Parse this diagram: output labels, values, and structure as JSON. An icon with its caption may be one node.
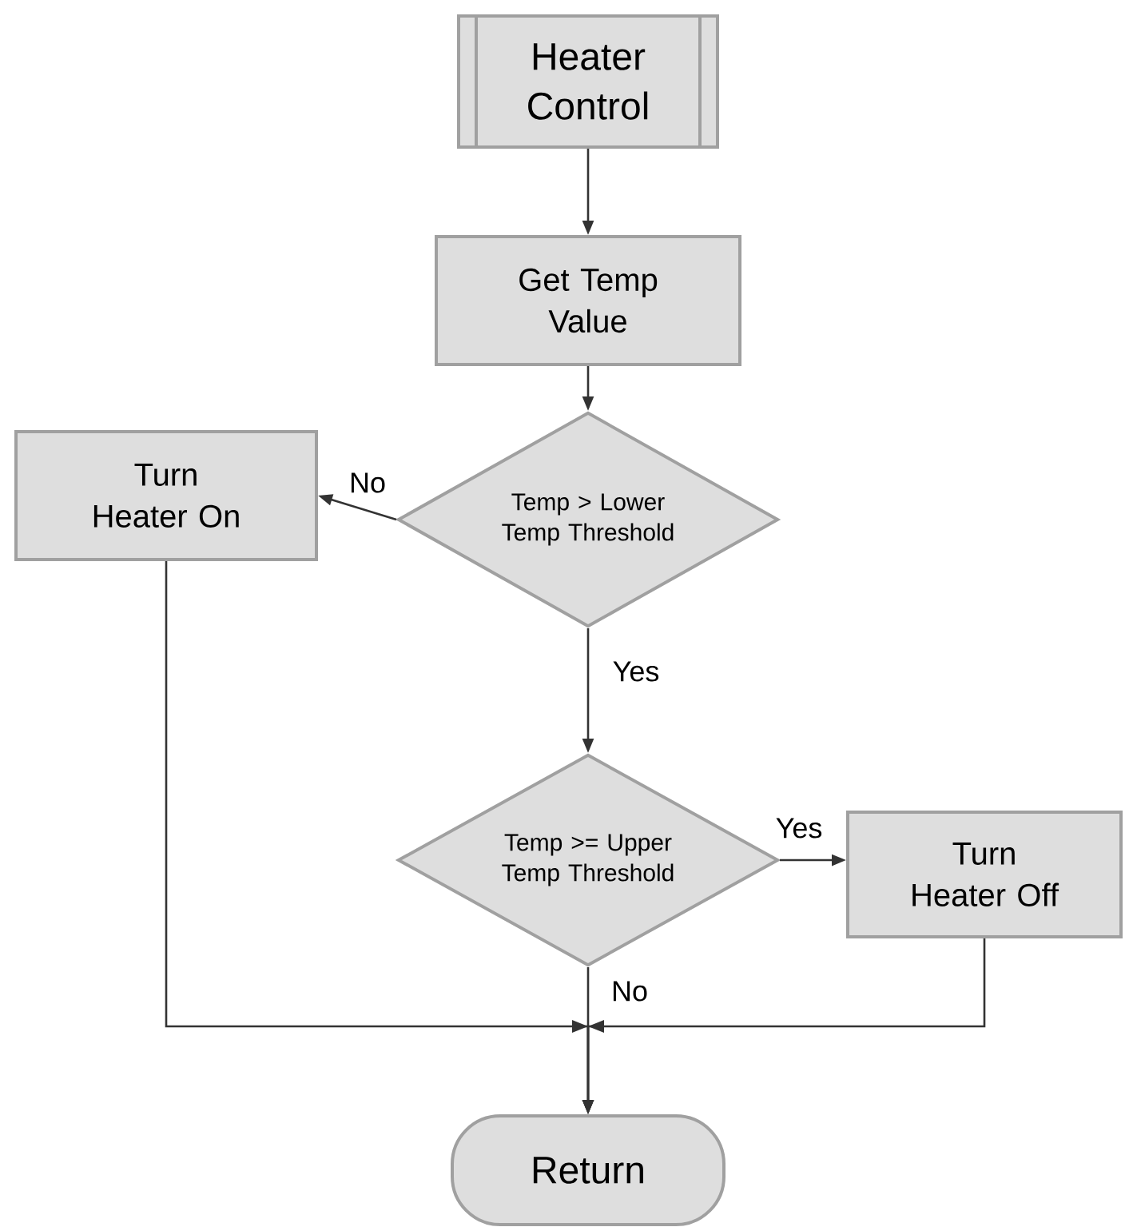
{
  "diagram": {
    "nodes": [
      {
        "text": [
          "Heater Control"
        ]
      },
      {
        "text": [
          "Get Temp Value"
        ]
      },
      {
        "text": [
          "Temp > Lower Temp Threshold"
        ]
      },
      {
        "text": [
          "Turn Heater On"
        ]
      },
      {
        "text": [
          "Temp >= Upper Temp Threshold"
        ]
      },
      {
        "text": [
          "Turn Heater Off"
        ]
      },
      {
        "text": [
          "Return"
        ]
      }
    ],
    "edges": [
      {
        "from": 0,
        "to": 1,
        "arrow": "to"
      },
      {
        "from": 1,
        "to": 2,
        "arrow": "to"
      },
      {
        "from": 2,
        "to": 3,
        "arrow": "to",
        "label": "No"
      },
      {
        "from": 2,
        "to": 4,
        "arrow": "to",
        "label": "Yes"
      },
      {
        "from": 4,
        "to": 5,
        "arrow": "to",
        "label": "Yes"
      },
      {
        "from": 4,
        "to": 6,
        "arrow": "to",
        "label": "No"
      },
      {
        "from": 3,
        "to": 6,
        "arrow": "to"
      },
      {
        "from": 5,
        "to": 6,
        "arrow": "to"
      }
    ]
  }
}
